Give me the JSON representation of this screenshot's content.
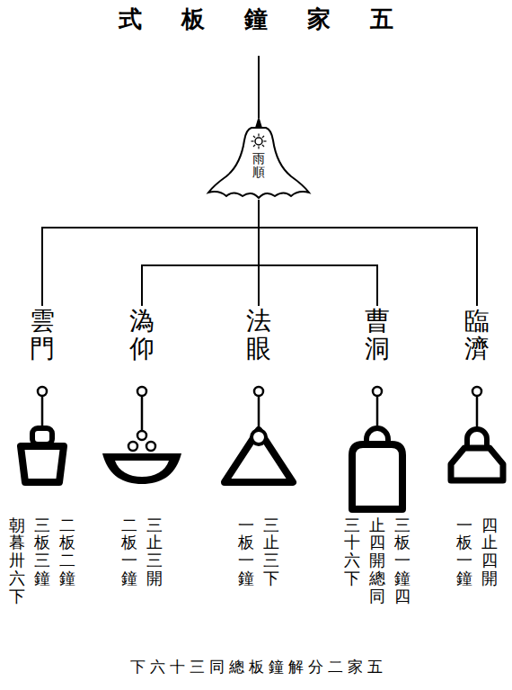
{
  "diagram": {
    "title": "式板鐘家五",
    "caption": "下六十三同總板鐘解分二家五",
    "nodes": [
      {
        "text": [
          "雨順"
        ]
      },
      {
        "text": [
          "雲門",
          "二板二鐘",
          "三板三鐘",
          "朝暮卅六下"
        ]
      },
      {
        "text": [
          "溈仰",
          "三止三開",
          "二板一鐘"
        ]
      },
      {
        "text": [
          "法眼",
          "三止三下",
          "一板一鐘"
        ]
      },
      {
        "text": [
          "曹洞",
          "三板一鐘四",
          "止四開總同",
          "三十六下"
        ]
      },
      {
        "text": [
          "臨濟",
          "四止四開",
          "一板一鐘"
        ]
      }
    ],
    "edges": [
      {
        "from": 0,
        "to": 1,
        "arrow": "none"
      },
      {
        "from": 0,
        "to": 2,
        "arrow": "none"
      },
      {
        "from": 0,
        "to": 3,
        "arrow": "none"
      },
      {
        "from": 0,
        "to": 4,
        "arrow": "none"
      },
      {
        "from": 0,
        "to": 5,
        "arrow": "none"
      }
    ]
  }
}
